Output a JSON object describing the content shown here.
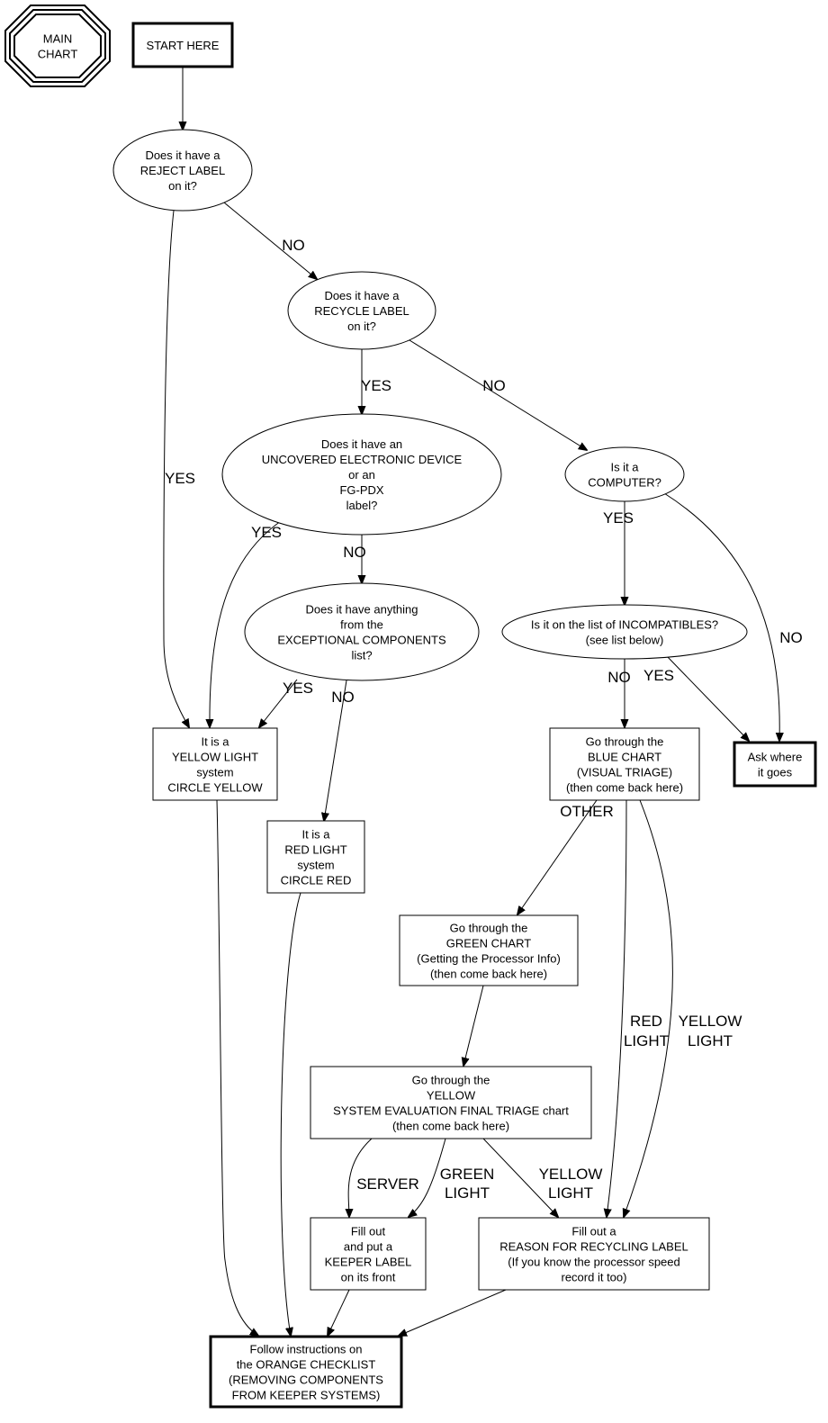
{
  "title": "MAIN CHART",
  "nodes": {
    "main_chart": {
      "lines": [
        "MAIN",
        "CHART"
      ]
    },
    "start": {
      "lines": [
        "START HERE"
      ]
    },
    "reject": {
      "lines": [
        "Does it have a",
        "REJECT LABEL",
        "on it?"
      ]
    },
    "recycle": {
      "lines": [
        "Does it have a",
        "RECYCLE LABEL",
        "on it?"
      ]
    },
    "uncovered": {
      "lines": [
        "Does it have an",
        "UNCOVERED ELECTRONIC DEVICE",
        "or an",
        "FG-PDX",
        "label?"
      ]
    },
    "computer": {
      "lines": [
        "Is it a",
        "COMPUTER?"
      ]
    },
    "exceptional": {
      "lines": [
        "Does it have anything",
        "from the",
        "EXCEPTIONAL COMPONENTS",
        "list?"
      ]
    },
    "incompatibles": {
      "lines": [
        "Is it on the list of INCOMPATIBLES?",
        "(see list below)"
      ]
    },
    "yellow_light": {
      "lines": [
        "It is a",
        "YELLOW LIGHT",
        "system",
        "CIRCLE YELLOW"
      ]
    },
    "blue_chart": {
      "lines": [
        "Go through the",
        "BLUE CHART",
        "(VISUAL TRIAGE)",
        "(then come back here)"
      ]
    },
    "ask_where": {
      "lines": [
        "Ask where",
        "it goes"
      ]
    },
    "red_light": {
      "lines": [
        "It is a",
        "RED LIGHT",
        "system",
        "CIRCLE RED"
      ]
    },
    "green_chart": {
      "lines": [
        "Go through the",
        "GREEN CHART",
        "(Getting the Processor Info)",
        "(then come back here)"
      ]
    },
    "yellow_eval": {
      "lines": [
        "Go through the",
        "YELLOW",
        "SYSTEM EVALUATION FINAL TRIAGE chart",
        "(then come back here)"
      ]
    },
    "keeper": {
      "lines": [
        "Fill out",
        "and put a",
        "KEEPER LABEL",
        "on its front"
      ]
    },
    "reason": {
      "lines": [
        "Fill out a",
        "REASON FOR RECYCLING LABEL",
        "(If you know the processor speed",
        "record it too)"
      ]
    },
    "orange": {
      "lines": [
        "Follow instructions on",
        "the ORANGE CHECKLIST",
        "(REMOVING COMPONENTS",
        "FROM KEEPER SYSTEMS)"
      ]
    }
  },
  "edges": [
    {
      "from": "start",
      "to": "reject",
      "label": []
    },
    {
      "from": "reject",
      "to": "recycle",
      "label": [
        "NO"
      ]
    },
    {
      "from": "reject",
      "to": "yellow_light",
      "label": [
        "YES"
      ]
    },
    {
      "from": "recycle",
      "to": "uncovered",
      "label": [
        "YES"
      ]
    },
    {
      "from": "recycle",
      "to": "computer",
      "label": [
        "NO"
      ]
    },
    {
      "from": "uncovered",
      "to": "yellow_light",
      "label": [
        "YES"
      ]
    },
    {
      "from": "uncovered",
      "to": "exceptional",
      "label": [
        "NO"
      ]
    },
    {
      "from": "exceptional",
      "to": "yellow_light",
      "label": [
        "YES"
      ]
    },
    {
      "from": "exceptional",
      "to": "red_light",
      "label": [
        "NO"
      ]
    },
    {
      "from": "computer",
      "to": "incompatibles",
      "label": [
        "YES"
      ]
    },
    {
      "from": "computer",
      "to": "ask_where",
      "label": [
        "NO"
      ]
    },
    {
      "from": "incompatibles",
      "to": "blue_chart",
      "label": [
        "NO"
      ]
    },
    {
      "from": "incompatibles",
      "to": "ask_where",
      "label": [
        "YES"
      ]
    },
    {
      "from": "blue_chart",
      "to": "green_chart",
      "label": [
        "OTHER"
      ]
    },
    {
      "from": "blue_chart",
      "to": "reason",
      "label": [
        "RED",
        "LIGHT"
      ]
    },
    {
      "from": "blue_chart",
      "to": "reason",
      "label": [
        "YELLOW",
        "LIGHT"
      ]
    },
    {
      "from": "green_chart",
      "to": "yellow_eval",
      "label": []
    },
    {
      "from": "yellow_eval",
      "to": "keeper",
      "label": [
        "SERVER"
      ]
    },
    {
      "from": "yellow_eval",
      "to": "keeper",
      "label": [
        "GREEN",
        "LIGHT"
      ]
    },
    {
      "from": "yellow_eval",
      "to": "reason",
      "label": [
        "YELLOW",
        "LIGHT"
      ]
    },
    {
      "from": "yellow_light",
      "to": "orange",
      "label": []
    },
    {
      "from": "red_light",
      "to": "orange",
      "label": []
    },
    {
      "from": "keeper",
      "to": "orange",
      "label": []
    },
    {
      "from": "reason",
      "to": "orange",
      "label": []
    }
  ]
}
